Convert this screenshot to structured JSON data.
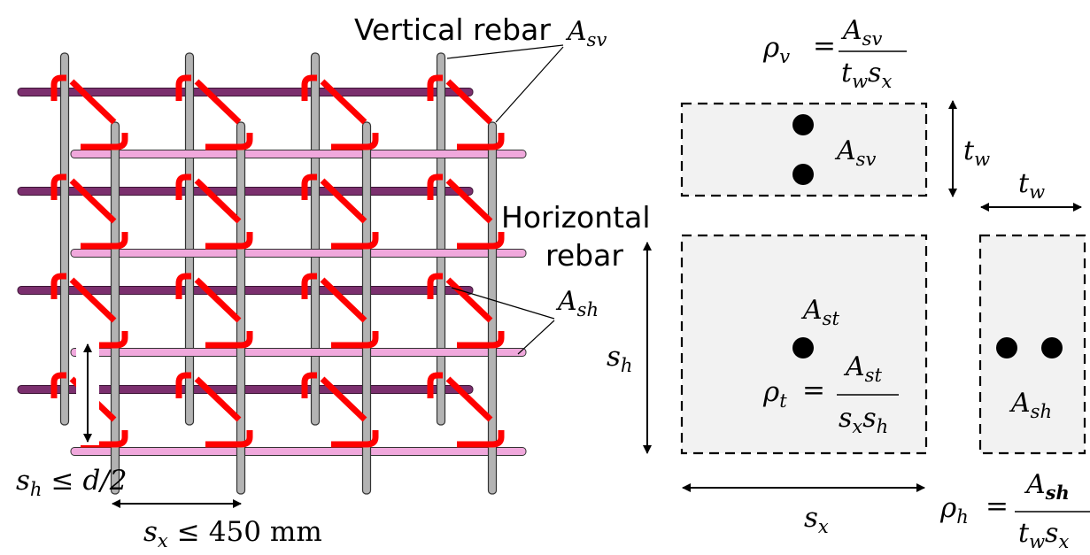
{
  "labels": {
    "vertical_rebar": "Vertical rebar",
    "horizontal_rebar_line1": "Horizontal",
    "horizontal_rebar_line2": "rebar",
    "A": "A",
    "sub_sv": "sv",
    "sub_sh": "sh",
    "sub_st": "st",
    "s": "s",
    "t": "t",
    "rho": "ρ",
    "sub_v": "v",
    "sub_t": "t",
    "sub_h": "h",
    "sub_x": "x",
    "sub_w": "w",
    "equals": "=",
    "leq": "≤",
    "d_over_2": "d/2",
    "spacing_value": "450",
    "unit": "mm"
  },
  "colors": {
    "vertical_bar": "#b3b3b3",
    "horizontal_bar_back": "#7b2f6e",
    "horizontal_bar_front": "#f0a8dc",
    "tie": "#ff0000",
    "section_fill": "#f2f2f2"
  }
}
